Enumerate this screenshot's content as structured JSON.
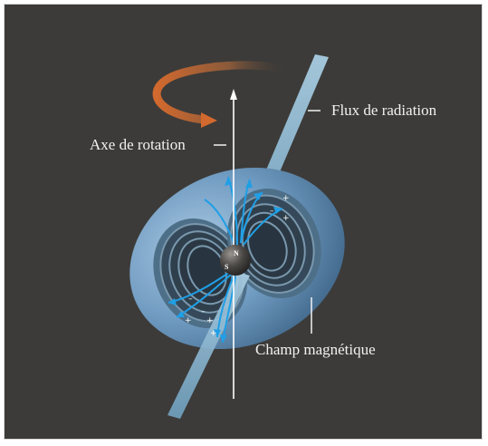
{
  "labels": {
    "radiation": "Flux de radiation",
    "axis": "Axe de rotation",
    "field": "Champ magnétique",
    "north": "N",
    "south": "S"
  },
  "colors": {
    "background": "#3c3b39",
    "beam": "#8ab6cf",
    "field_shell": "#6f9ac0",
    "field_lines": "#1f9fe6",
    "rotation_arrow": "#d2692e",
    "star": "#4a4744"
  },
  "icons": {
    "rotation_arrow": "curved-arrow-icon",
    "axis_arrow": "arrow-up-icon",
    "field_arrow": "arrowhead-icon"
  }
}
